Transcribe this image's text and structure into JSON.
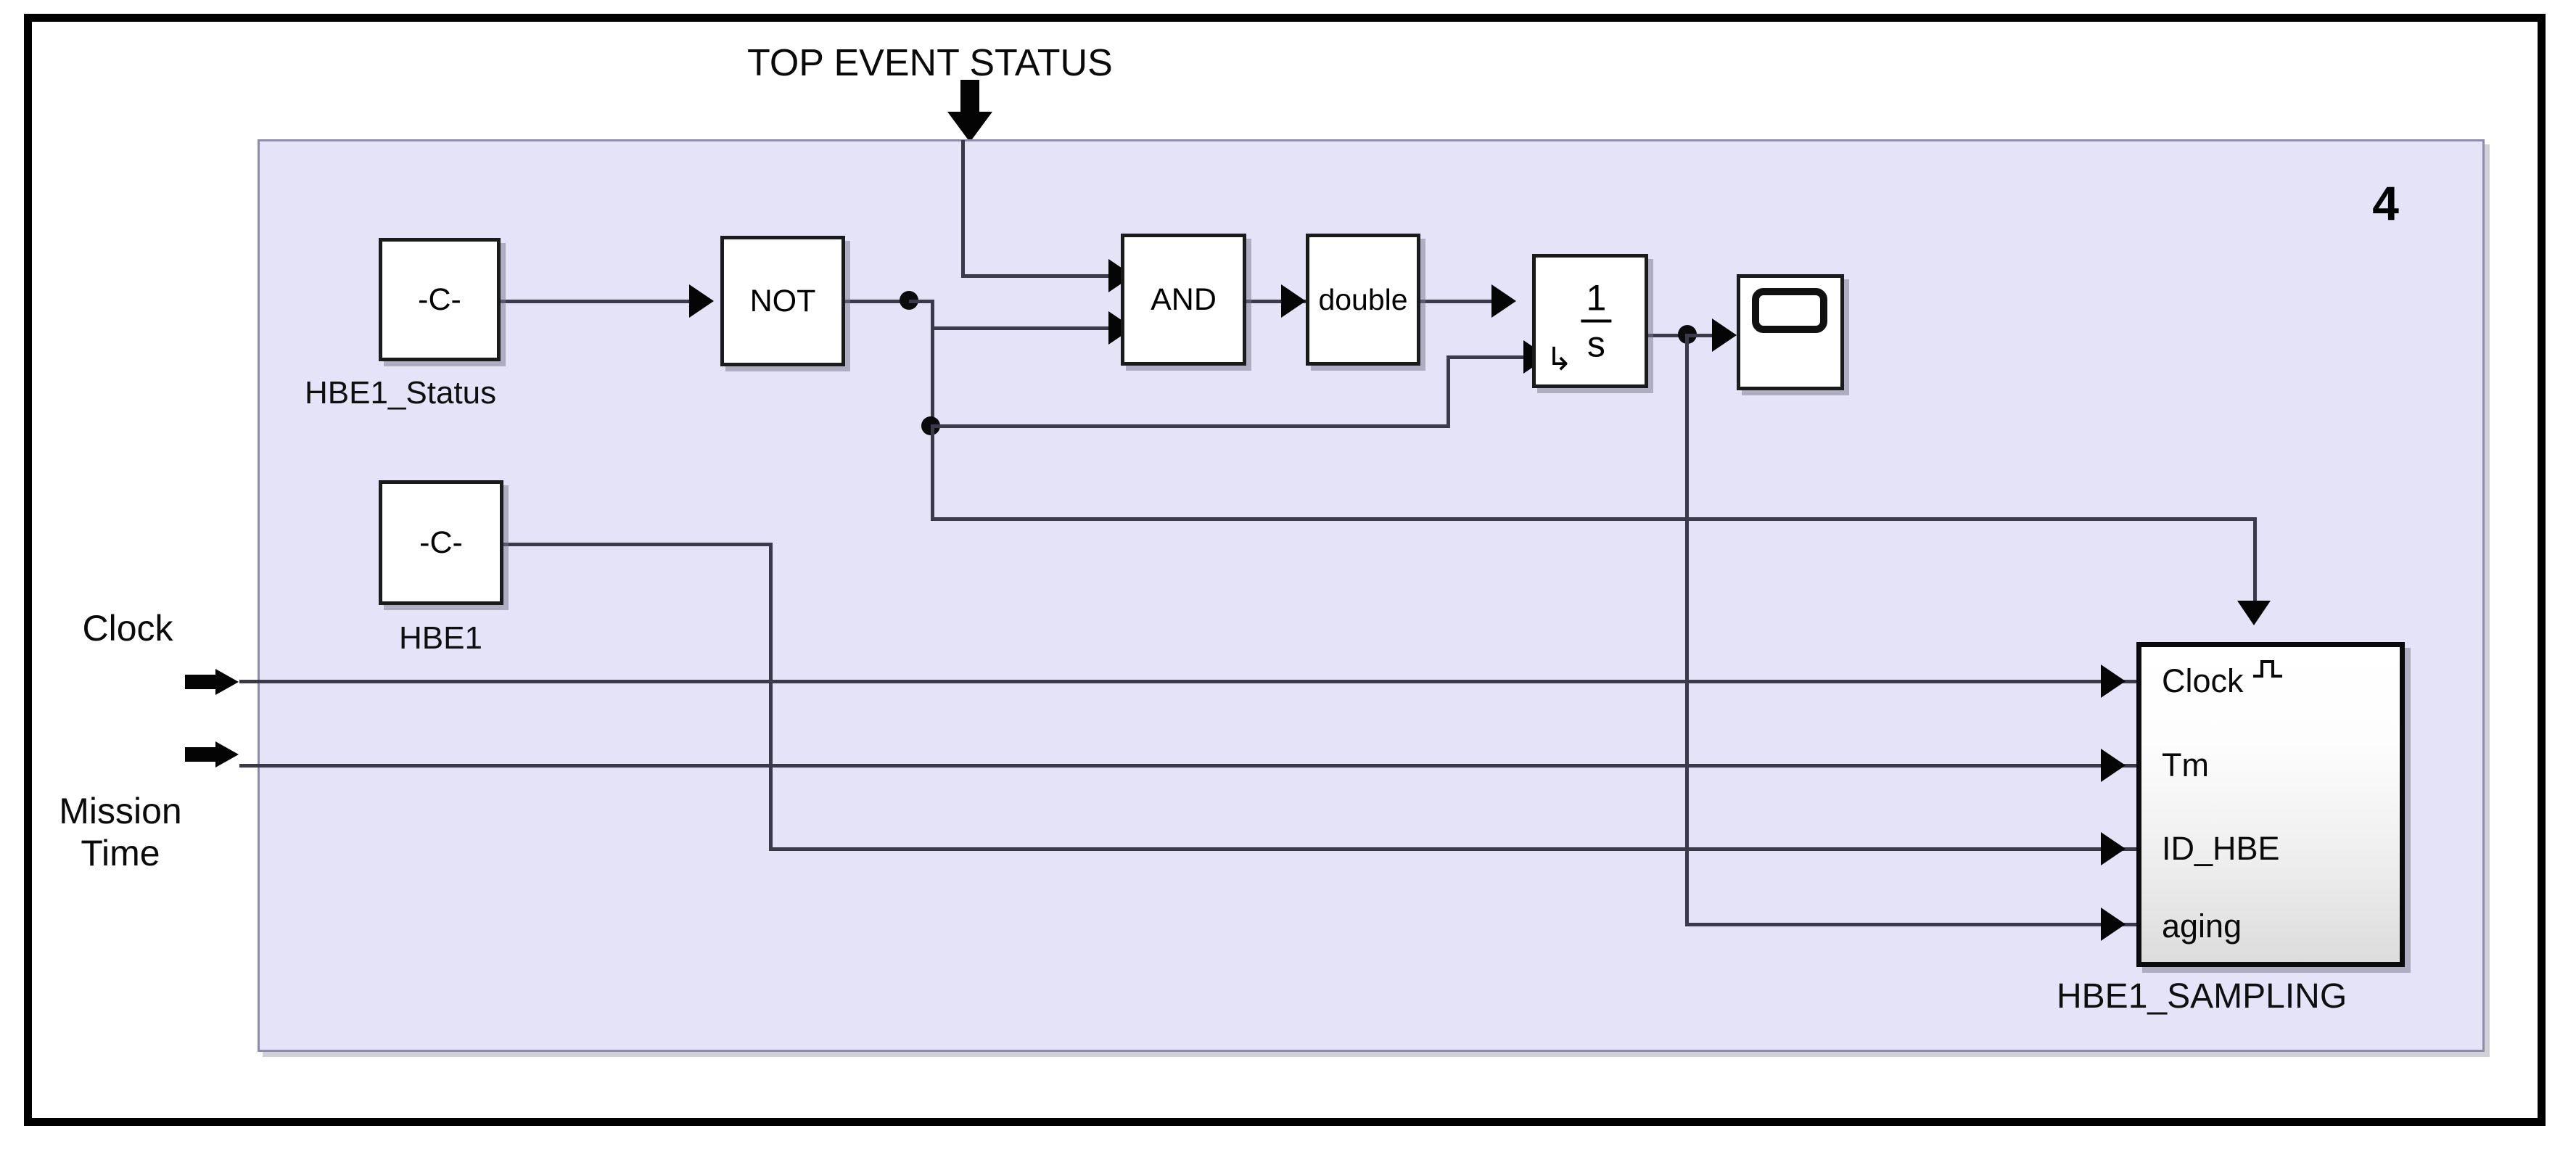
{
  "diagram": {
    "title_annotation": "TOP EVENT STATUS",
    "panel_number": "4",
    "panel_color": "#e4e3f8",
    "frame_color": "#000000",
    "wire_color": "#3a3a4a"
  },
  "external_inputs": [
    {
      "name": "clock-input",
      "label": "Clock"
    },
    {
      "name": "mission-time-input",
      "label": "Mission\nTime"
    }
  ],
  "external_inputs_text": {
    "clock": "Clock",
    "mission_time_line1": "Mission",
    "mission_time_line2": "Time"
  },
  "blocks": [
    {
      "id": "hbe1-status-const",
      "label": "-C-",
      "caption": "HBE1_Status"
    },
    {
      "id": "not-gate",
      "label": "NOT",
      "caption": ""
    },
    {
      "id": "and-gate",
      "label": "AND",
      "caption": ""
    },
    {
      "id": "double-convert",
      "label": "double",
      "caption": ""
    },
    {
      "id": "integrator",
      "label": "1/s",
      "numerator": "1",
      "denominator": "s",
      "reset_glyph": "↳",
      "caption": ""
    },
    {
      "id": "scope",
      "label": "",
      "caption": ""
    },
    {
      "id": "hbe1-const",
      "label": "-C-",
      "caption": "HBE1"
    },
    {
      "id": "hbe1-sampling",
      "label": "",
      "caption": "HBE1_SAMPLING"
    }
  ],
  "block_text": {
    "hbe1_status_value": "-C-",
    "hbe1_status_caption": "HBE1_Status",
    "not_label": "NOT",
    "and_label": "AND",
    "double_label": "double",
    "integrator_numerator": "1",
    "integrator_denominator": "s",
    "integrator_reset": "↳",
    "hbe1_value": "-C-",
    "hbe1_caption": "HBE1",
    "subsystem_caption": "HBE1_SAMPLING"
  },
  "subsystem_ports": [
    {
      "name": "port-clock",
      "label": "Clock",
      "has_pulse_icon": true
    },
    {
      "name": "port-tm",
      "label": "Tm",
      "has_pulse_icon": false
    },
    {
      "name": "port-id-hbe",
      "label": "ID_HBE",
      "has_pulse_icon": false
    },
    {
      "name": "port-aging",
      "label": "aging",
      "has_pulse_icon": false
    }
  ],
  "subsystem_port_text": {
    "clock": "Clock",
    "tm": "Tm",
    "id_hbe": "ID_HBE",
    "aging": "aging"
  }
}
